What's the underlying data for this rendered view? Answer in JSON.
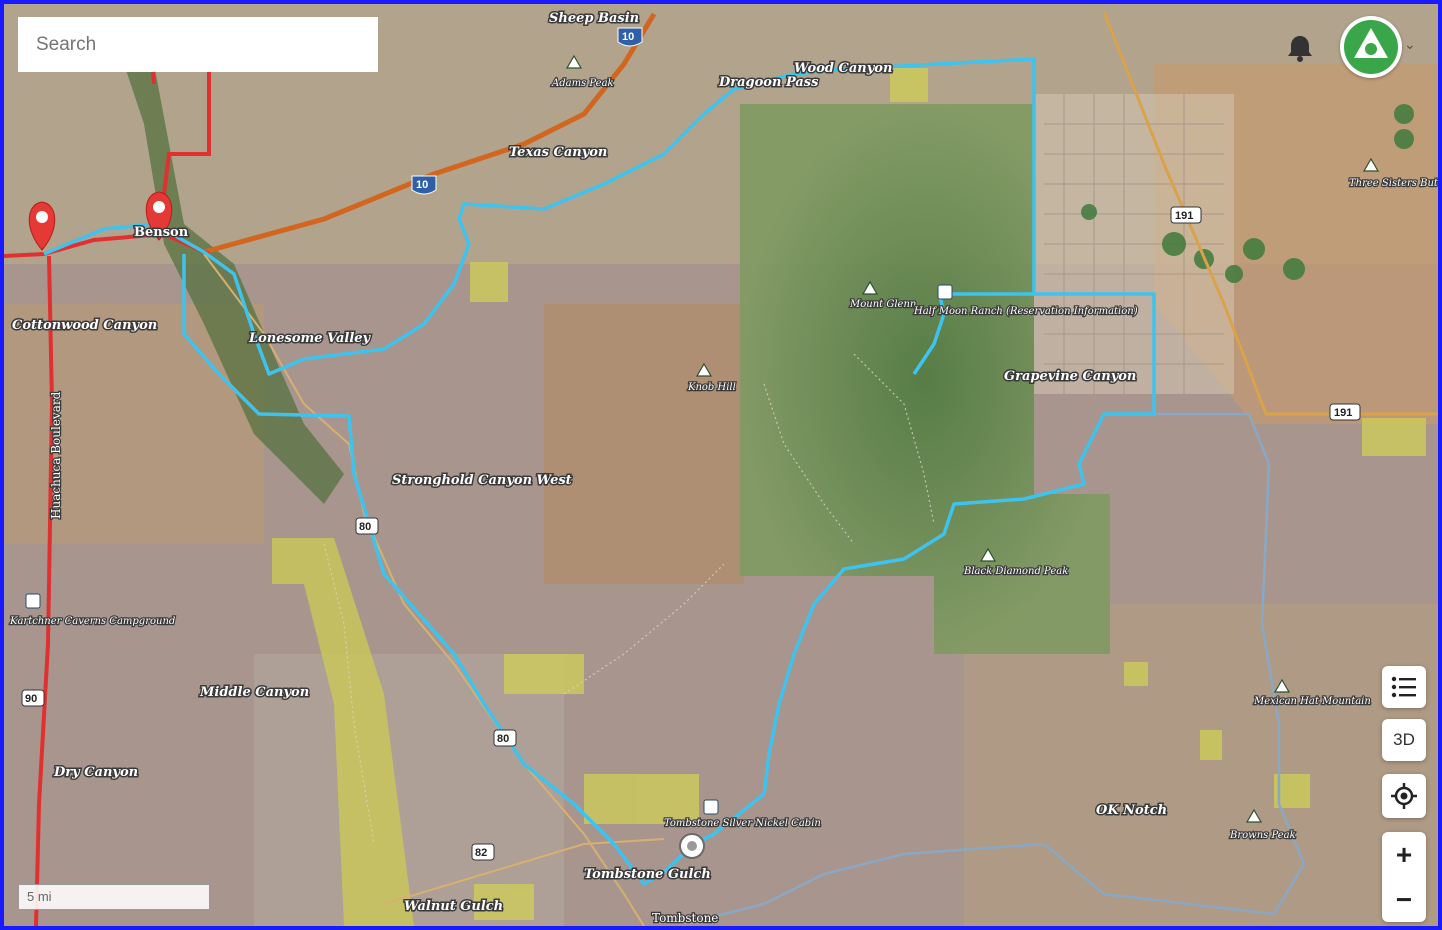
{
  "search": {
    "placeholder": "Search"
  },
  "controls": {
    "view_3d": "3D"
  },
  "scale": {
    "label": "5 mi"
  },
  "colors": {
    "route": "#3ec3ee",
    "highway": "#e03030",
    "interstate": "#d2661e",
    "secondary_route": "#8aa8c4",
    "marker": "#e53935"
  },
  "places": [
    {
      "name": "Sheep Basin"
    },
    {
      "name": "Adams Peak"
    },
    {
      "name": "Texas Canyon"
    },
    {
      "name": "Dragoon Pass"
    },
    {
      "name": "Wood Canyon"
    },
    {
      "name": "Benson"
    },
    {
      "name": "Cottonwood Canyon"
    },
    {
      "name": "Lonesome Valley"
    },
    {
      "name": "Mount Glenn"
    },
    {
      "name": "Half Moon Ranch (Reservation Information)"
    },
    {
      "name": "Grapevine Canyon"
    },
    {
      "name": "Knob Hill"
    },
    {
      "name": "Three Sisters Buttes"
    },
    {
      "name": "Stronghold Canyon West"
    },
    {
      "name": "Black Diamond Peak"
    },
    {
      "name": "Kartchner Caverns Campground"
    },
    {
      "name": "Middle Canyon"
    },
    {
      "name": "Dry Canyon"
    },
    {
      "name": "Mexican Hat Mountain"
    },
    {
      "name": "OK Notch"
    },
    {
      "name": "Browns Peak"
    },
    {
      "name": "Tombstone Silver Nickel Cabin"
    },
    {
      "name": "Tombstone Gulch"
    },
    {
      "name": "Tombstone"
    },
    {
      "name": "Walnut Gulch"
    },
    {
      "name": "Huachuca Boulevard"
    }
  ],
  "road_shields": [
    "10",
    "10",
    "191",
    "191",
    "80",
    "80",
    "82",
    "90"
  ]
}
